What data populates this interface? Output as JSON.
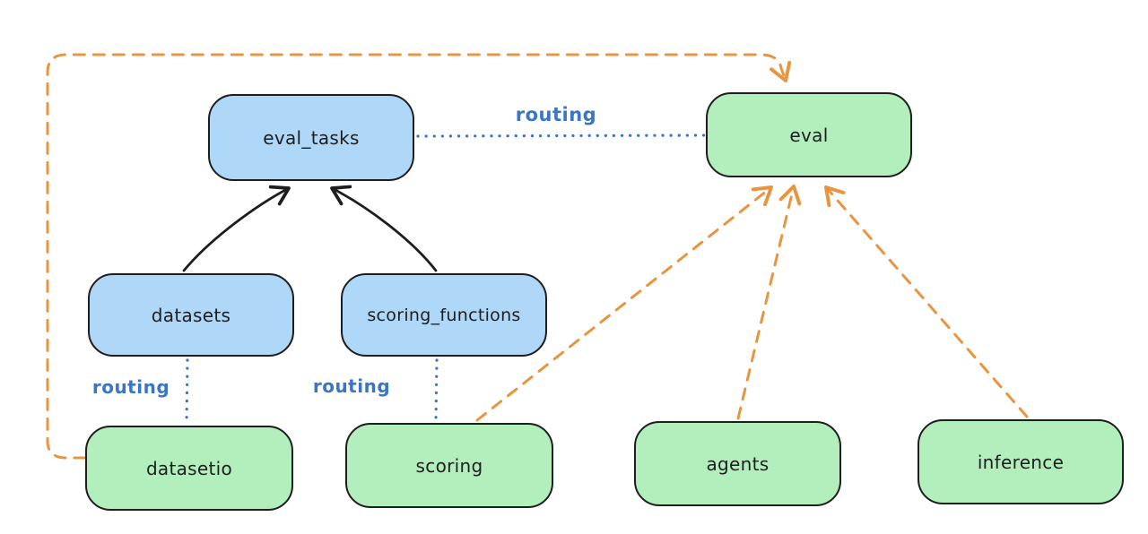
{
  "diagram_title": "",
  "colors": {
    "background": "#ffffff",
    "stroke": "#1e1e1e",
    "blue_fill": "#aed7f8",
    "green_fill": "#b2efbc",
    "orange_line": "#e89540",
    "blue_line": "#3b76c6"
  },
  "nodes": {
    "eval_tasks": {
      "label": "eval_tasks",
      "color": "blue"
    },
    "eval": {
      "label": "eval",
      "color": "green"
    },
    "datasets": {
      "label": "datasets",
      "color": "blue"
    },
    "scoring_functions": {
      "label": "scoring_functions",
      "color": "blue"
    },
    "datasetio": {
      "label": "datasetio",
      "color": "green"
    },
    "scoring": {
      "label": "scoring",
      "color": "green"
    },
    "agents": {
      "label": "agents",
      "color": "green"
    },
    "inference": {
      "label": "inference",
      "color": "green"
    }
  },
  "labels": {
    "routing": "routing"
  },
  "edges": [
    {
      "from": "datasets",
      "to": "eval_tasks",
      "style": "solid-arrow",
      "color": "black"
    },
    {
      "from": "scoring_functions",
      "to": "eval_tasks",
      "style": "solid-arrow",
      "color": "black"
    },
    {
      "from": "eval_tasks",
      "to": "eval",
      "style": "dotted",
      "color": "blue",
      "label": "routing"
    },
    {
      "from": "datasets",
      "to": "datasetio",
      "style": "dotted",
      "color": "blue",
      "label": "routing"
    },
    {
      "from": "scoring_functions",
      "to": "scoring",
      "style": "dotted",
      "color": "blue",
      "label": "routing"
    },
    {
      "from": "datasetio",
      "to": "eval",
      "style": "dashed-arrow",
      "color": "orange",
      "route": "around-left-and-top"
    },
    {
      "from": "scoring",
      "to": "eval",
      "style": "dashed-arrow",
      "color": "orange"
    },
    {
      "from": "agents",
      "to": "eval",
      "style": "dashed-arrow",
      "color": "orange"
    },
    {
      "from": "inference",
      "to": "eval",
      "style": "dashed-arrow",
      "color": "orange"
    }
  ]
}
